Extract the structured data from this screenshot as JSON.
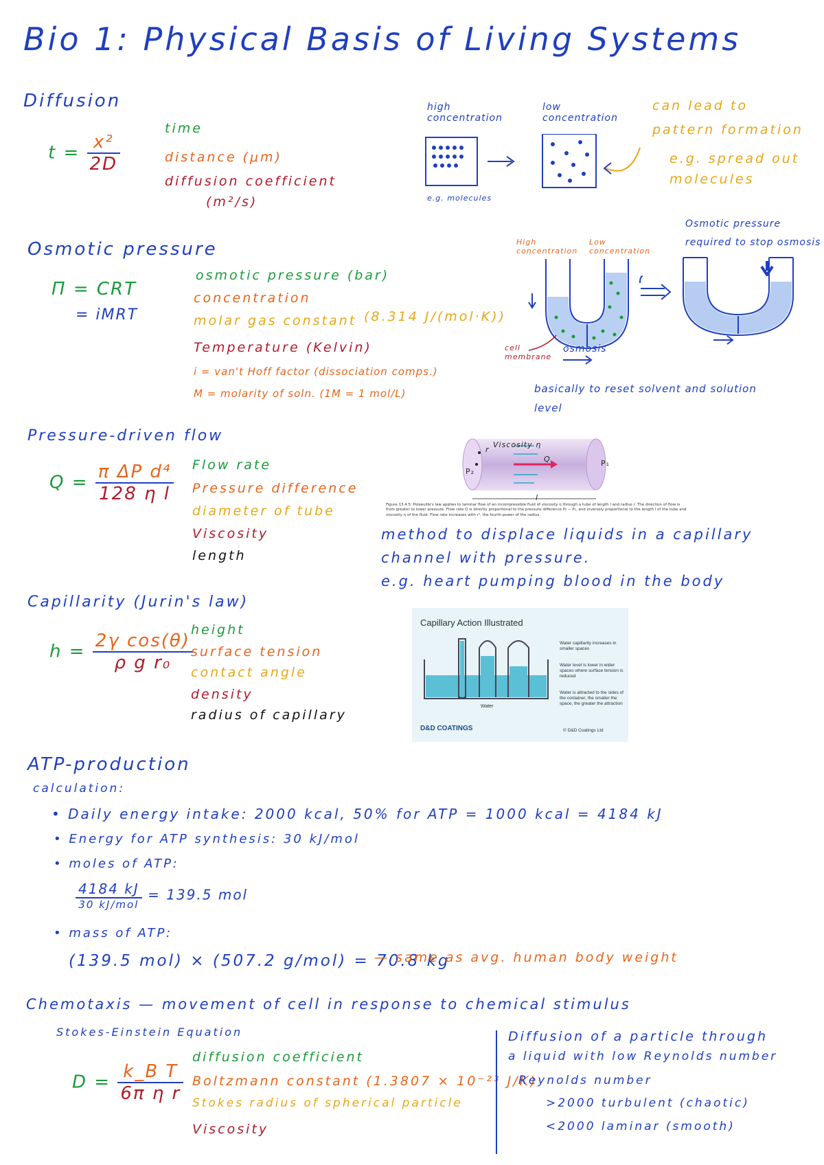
{
  "title": "Bio 1: Physical Basis of Living Systems",
  "diffusion": {
    "heading": "Diffusion",
    "eq_lhs": "t =",
    "eq_num": "x²",
    "eq_den": "2D",
    "vars": [
      "time",
      "distance (μm)",
      "diffusion coefficient",
      "(m²/s)"
    ],
    "high_label": "high concentration",
    "low_label": "low concentration",
    "eg_label": "e.g. molecules",
    "note1": "can lead to",
    "note2": "pattern formation",
    "note3": "e.g. spread out",
    "note4": "molecules"
  },
  "osmotic": {
    "heading": "Osmotic pressure",
    "eq1": "Π = CRT",
    "eq2": "= iMRT",
    "vars": [
      "osmotic pressure (bar)",
      "concentration",
      "molar gas constant",
      "(8.314 J/(mol·K))",
      "Temperature (Kelvin)",
      "i = van't Hoff factor (dissociation comps.)",
      "M = molarity of soln. (1M = 1 mol/L)"
    ],
    "high_label": "High concentration",
    "low_label": "Low concentration",
    "cell_membrane": "cell membrane",
    "osmosis": "osmosis",
    "right_note1": "Osmotic pressure",
    "right_note2": "required to stop osmosis",
    "bottom_note1": "basically to reset solvent and solution",
    "bottom_note2": "level"
  },
  "flow": {
    "heading": "Pressure-driven flow",
    "eq_lhs": "Q =",
    "eq_num": "π ΔP d⁴",
    "eq_den": "128 η l",
    "vars": [
      "Flow rate",
      "Pressure difference",
      "diameter of tube",
      "Viscosity",
      "length"
    ],
    "fig_viscosity": "Viscosity η",
    "fig_q": "Q",
    "fig_p2": "P₂",
    "fig_p1": "P₁",
    "fig_r": "r",
    "fig_l": "l",
    "caption": "Figure 13.4.5: Poiseuille's law applies to laminar flow of an incompressible fluid of viscosity η through a tube of length l and radius r. The direction of flow is from greater to lower pressure. Flow rate Q is directly proportional to the pressure difference P₂ − P₁, and inversely proportional to the length l of the tube and viscosity η of the fluid. Flow rate increases with r⁴, the fourth power of the radius.",
    "note1": "method to displace liquids in a capillary",
    "note2": "channel with pressure.",
    "note3": "e.g. heart pumping blood in the body"
  },
  "capillarity": {
    "heading": "Capillarity (Jurin's law)",
    "eq_lhs": "h =",
    "eq_num": "2γ cos(θ)",
    "eq_den": "ρ g r₀",
    "vars": [
      "height",
      "surface tension",
      "contact angle",
      "density",
      "radius of capillary"
    ],
    "fig_title": "Capillary Action Illustrated",
    "fig_note1": "Water capillarity increases in smaller spaces",
    "fig_note2": "Water level is lower in wider spaces where surface tension is reduced",
    "fig_note3": "Water is attracted to the sides of the container, the smaller the space, the greater the attraction",
    "fig_water": "Water",
    "fig_logo": "D&D COATINGS",
    "fig_copy": "© D&D Coatings Ltd"
  },
  "atp": {
    "heading": "ATP-production",
    "calc": "calculation:",
    "b1": "• Daily energy intake: 2000 kcal, 50% for ATP = 1000 kcal = 4184 kJ",
    "b2": "• Energy for ATP synthesis: 30 kJ/mol",
    "b3": "• moles of ATP:",
    "frac_num": "4184 kJ",
    "frac_den": "30 kJ/mol",
    "frac_res": "= 139.5 mol",
    "b4": "• mass of ATP:",
    "mass": "(139.5 mol) × (507.2 g/mol) = 70.8 kg",
    "mass_note": "— same as avg. human body weight"
  },
  "chemotaxis": {
    "heading": "Chemotaxis — movement of cell in response to chemical stimulus",
    "sub": "Stokes-Einstein Equation",
    "eq_lhs": "D =",
    "eq_num": "k_B T",
    "eq_den": "6π η r",
    "vars": [
      "diffusion coefficient",
      "Boltzmann constant (1.3807 × 10⁻²³ J/K)",
      "Stokes radius of spherical particle",
      "Viscosity"
    ],
    "side1": "Diffusion of a particle through",
    "side2": "a liquid with low Reynolds number",
    "side3": "Reynolds number",
    "side4": ">2000 turbulent (chaotic)",
    "side5": "<2000 laminar (smooth)"
  }
}
